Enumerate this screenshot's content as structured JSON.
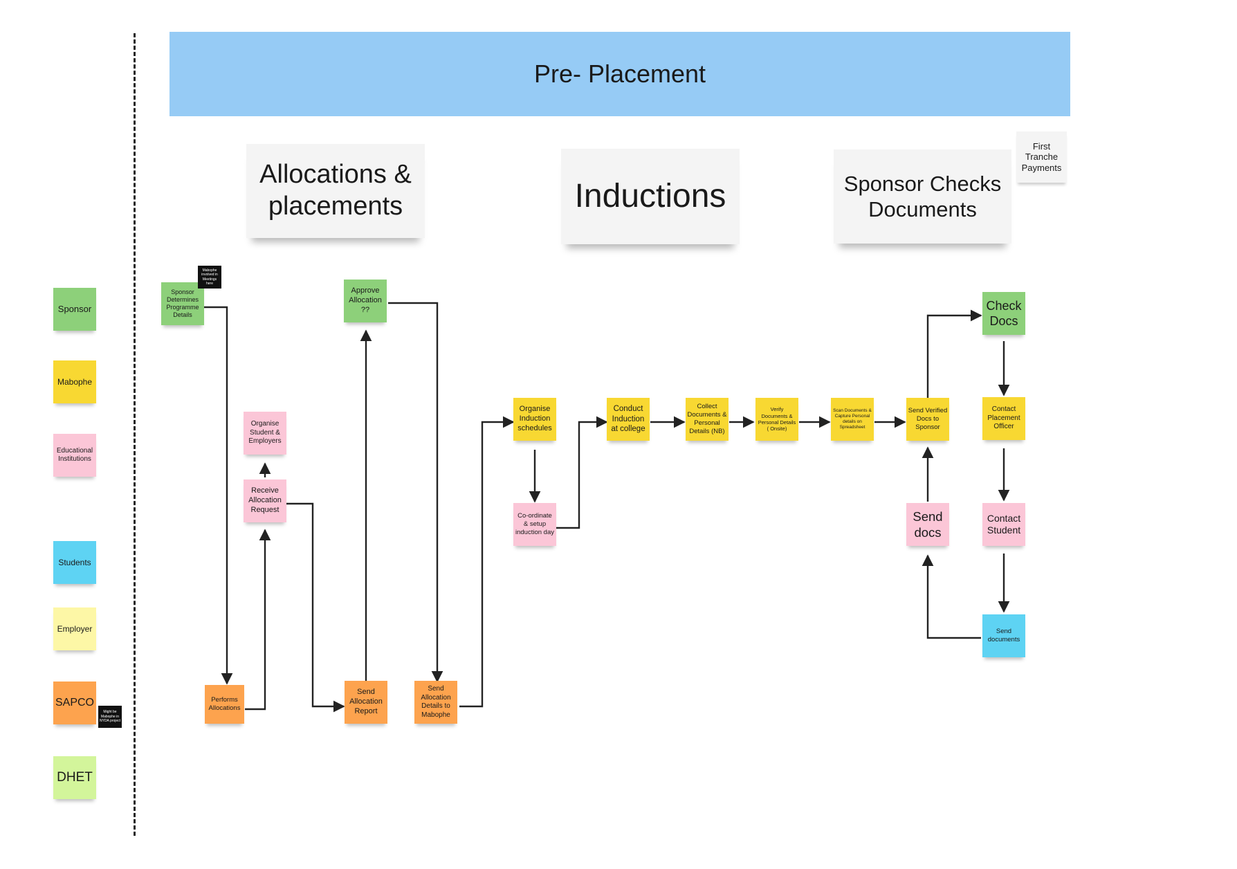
{
  "banner": {
    "title": "Pre- Placement"
  },
  "sections": {
    "allocations": "Allocations & placements",
    "inductions": "Inductions",
    "sponsor_checks": "Sponsor Checks Documents",
    "first_tranche": "First Tranche Payments"
  },
  "legend": [
    "Sponsor",
    "Mabophe",
    "Educational Institutions",
    "Students",
    "Employer",
    "SAPCO",
    "DHET"
  ],
  "legend_note": "Might be Mabophe in NYDA project",
  "notes": {
    "mabophe_meetings": "Mabophe involved in Meetings here"
  },
  "nodes": {
    "sponsor_determines": "Sponsor Determines Programme Details",
    "approve_allocation": "Approve Allocation ??",
    "organise_student": "Organise Student & Employers",
    "receive_request": "Receive Allocation Request",
    "performs_allocations": "Performs Allocations",
    "send_report": "Send Allocation Report",
    "send_details": "Send Allocation Details to Mabophe",
    "organise_induction": "Organise Induction schedules",
    "coordinate_day": "Co-ordinate & setup induction day",
    "conduct_induction": "Conduct Induction at college",
    "collect_documents": "Collect Documents & Personal Details (NB)",
    "verify_documents": "Verify Documents & Personal Details ( Onsite)",
    "scan_documents": "Scan Documents & Capture Personal details on Spreadsheet",
    "send_verified": "Send Verified Docs to Sponsor",
    "check_docs": "Check Docs",
    "contact_officer": "Contact Placement Officer",
    "send_docs": "Send docs",
    "contact_student": "Contact Student",
    "send_documents": "Send documents"
  }
}
